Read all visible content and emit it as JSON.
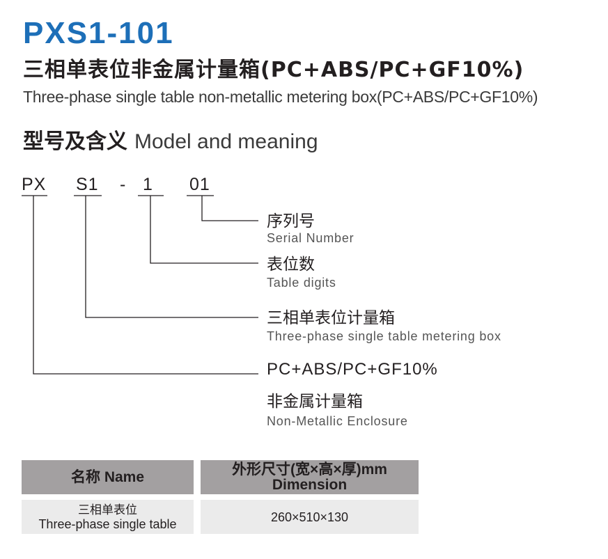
{
  "header": {
    "model": "PXS1-101",
    "title_cn": "三相单表位非金属计量箱(PC+ABS/PC+GF10%)",
    "title_en": "Three-phase single table non-metallic metering box(PC+ABS/PC+GF10%)"
  },
  "section": {
    "title_cn": "型号及含义",
    "title_en": "Model and meaning"
  },
  "code": {
    "part1": "PX",
    "part2": "S1",
    "dash": "-",
    "part3": "1",
    "part4": "01"
  },
  "labels": {
    "serial_cn": "序列号",
    "serial_en": "Serial Number",
    "digits_cn": "表位数",
    "digits_en": "Table digits",
    "type_cn": "三相单表位计量箱",
    "type_en": "Three-phase single table metering box",
    "material": "PC+ABS/PC+GF10%",
    "enclosure_cn": "非金属计量箱",
    "enclosure_en": "Non-Metallic Enclosure"
  },
  "table": {
    "col1_header": "名称 Name",
    "col2_header_cn": "外形尺寸(宽×高×厚)mm",
    "col2_header_en": "Dimension",
    "row1_name_cn": "三相单表位",
    "row1_name_en": "Three-phase single table",
    "row1_dim": "260×510×130"
  }
}
